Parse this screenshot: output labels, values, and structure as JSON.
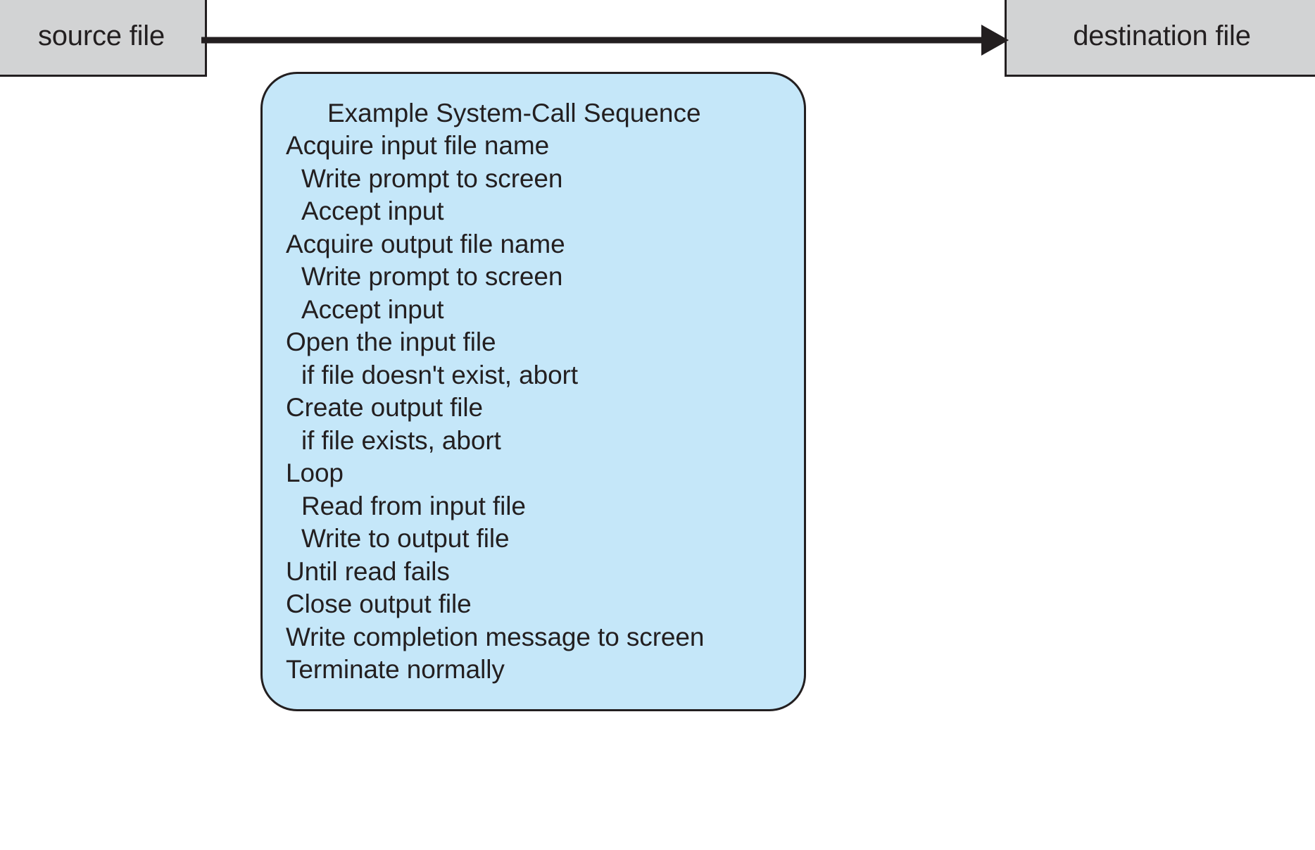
{
  "diagram": {
    "title": "Example System-Call Sequence",
    "source_box": {
      "label": "source file"
    },
    "destination_box": {
      "label": "destination file"
    },
    "arrow": {
      "name": "copy-flow-arrow",
      "direction": "left-to-right"
    },
    "colors": {
      "file_box_fill": "#d2d3d4",
      "panel_fill": "#c5e7f9",
      "stroke": "#231f20",
      "background": "#ffffff"
    },
    "sequence": [
      {
        "text": "Acquire input file name",
        "indent": 0
      },
      {
        "text": "Write prompt to screen",
        "indent": 1
      },
      {
        "text": "Accept input",
        "indent": 1
      },
      {
        "text": "Acquire output file name",
        "indent": 0
      },
      {
        "text": "Write prompt to screen",
        "indent": 1
      },
      {
        "text": "Accept input",
        "indent": 1
      },
      {
        "text": "Open the input file",
        "indent": 0
      },
      {
        "text": "if file doesn't exist, abort",
        "indent": 1
      },
      {
        "text": "Create output file",
        "indent": 0
      },
      {
        "text": "if file exists, abort",
        "indent": 1
      },
      {
        "text": "Loop",
        "indent": 0
      },
      {
        "text": "Read from input file",
        "indent": 1
      },
      {
        "text": "Write to output file",
        "indent": 1
      },
      {
        "text": "Until read fails",
        "indent": 0
      },
      {
        "text": "Close output file",
        "indent": 0
      },
      {
        "text": "Write completion message to screen",
        "indent": 0
      },
      {
        "text": "Terminate normally",
        "indent": 0
      }
    ]
  }
}
